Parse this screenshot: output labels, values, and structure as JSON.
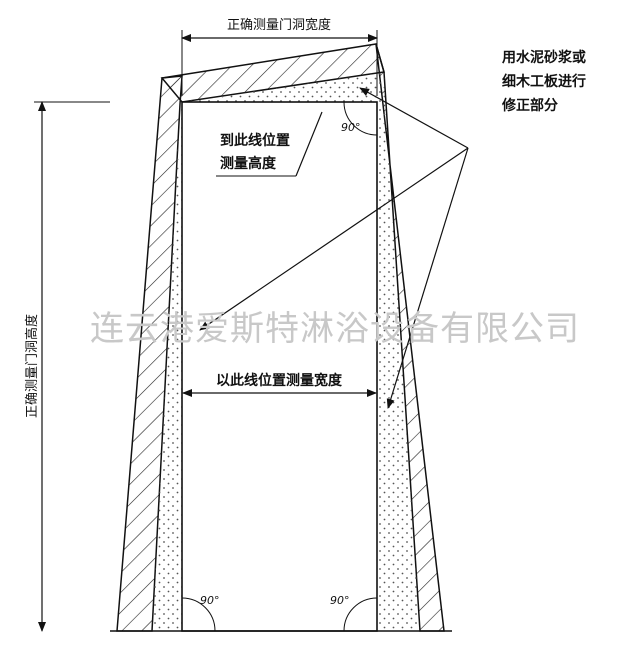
{
  "labels": {
    "top_width": "正确测量门洞宽度",
    "left_height": "正确测量门洞高度",
    "measure_height_line1": "到此线位置",
    "measure_height_line2": "测量高度",
    "correction_line1": "用水泥砂浆或",
    "correction_line2": "细木工板进行",
    "correction_line3": "修正部分",
    "measure_width": "以此线位置测量宽度",
    "angle_top": "90°",
    "angle_bottom_left": "90°",
    "angle_bottom_right": "90°"
  },
  "watermark": "连云港爱斯特淋浴设备有限公司",
  "colors": {
    "line": "#111111",
    "hatch": "#222222",
    "dots": "#555555",
    "watermark": "#c8c8c8"
  }
}
